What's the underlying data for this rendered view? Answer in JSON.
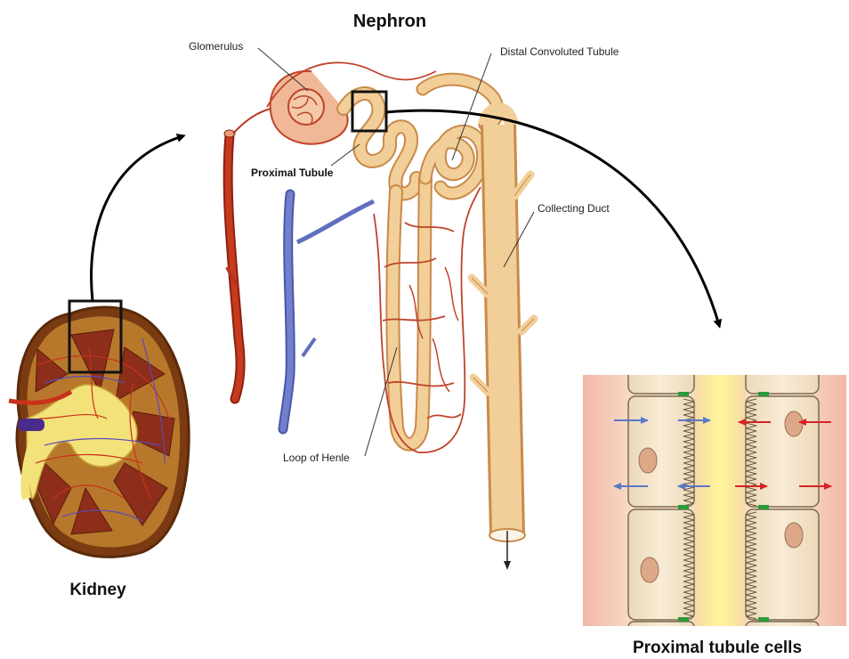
{
  "nephron": {
    "title": "Nephron",
    "labels": {
      "glomerulus": "Glomerulus",
      "proximal_tubule": "Proximal Tubule",
      "distal_tubule": "Distal Convoluted Tubule",
      "collecting_duct": "Collecting Duct",
      "loop_of_henle": "Loop of Henle"
    }
  },
  "kidney": {
    "title": "Kidney"
  },
  "cells": {
    "title": "Proximal tubule cells"
  },
  "colors": {
    "artery": "#b8321f",
    "vein": "#5f6fbf",
    "tubule": "#f2cf98",
    "tubule_outline": "#c98a4a",
    "capillary": "#c0432a",
    "kidney_cortex": "#8a4a1e",
    "kidney_pelvis": "#f3e27a",
    "blue_arrow": "#5a78c8",
    "red_arrow": "#d42424",
    "junction": "#2a9a3a"
  }
}
